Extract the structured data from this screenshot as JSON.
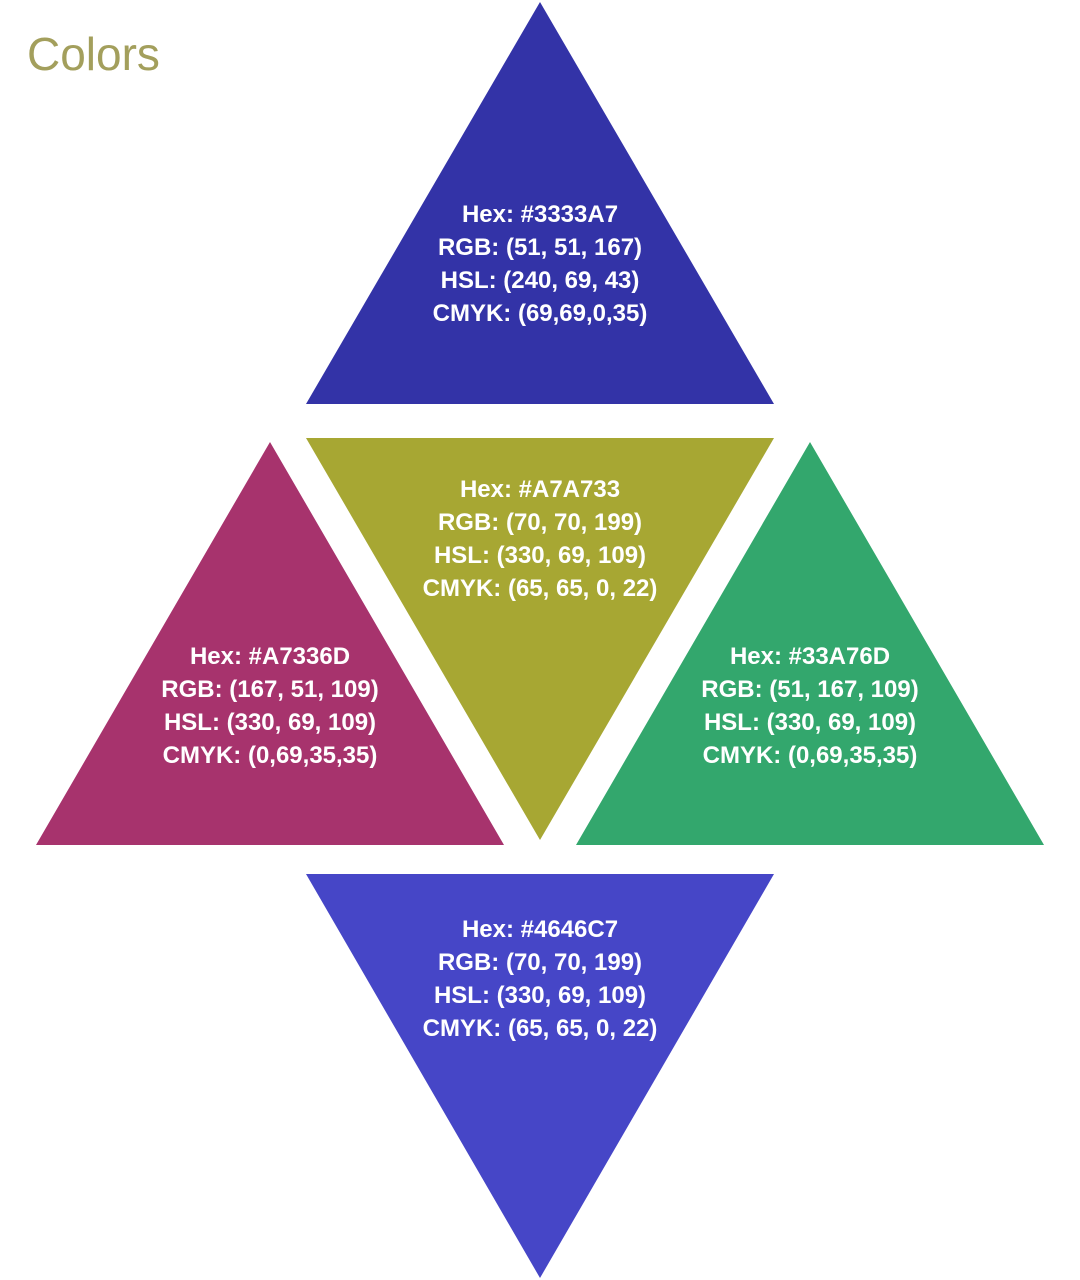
{
  "title": "Colors",
  "title_color": "#A39F5C",
  "triangles": [
    {
      "color": "#3333A7",
      "lines": [
        "Hex: #3333A7",
        "RGB: (51, 51, 167)",
        "HSL: (240, 69, 43)",
        "CMYK: (69,69,0,35)"
      ]
    },
    {
      "color": "#A7A733",
      "lines": [
        "Hex: #A7A733",
        "RGB: (70, 70, 199)",
        "HSL: (330, 69, 109)",
        "CMYK: (65, 65, 0, 22)"
      ]
    },
    {
      "color": "#A7336D",
      "lines": [
        "Hex: #A7336D",
        "RGB: (167, 51, 109)",
        "HSL: (330, 69, 109)",
        "CMYK: (0,69,35,35)"
      ]
    },
    {
      "color": "#33A76D",
      "lines": [
        "Hex: #33A76D",
        "RGB: (51, 167, 109)",
        "HSL: (330, 69, 109)",
        "CMYK: (0,69,35,35)"
      ]
    },
    {
      "color": "#4646C7",
      "lines": [
        "Hex: #4646C7",
        "RGB: (70, 70, 199)",
        "HSL: (330, 69, 109)",
        "CMYK: (65, 65, 0, 22)"
      ]
    }
  ]
}
